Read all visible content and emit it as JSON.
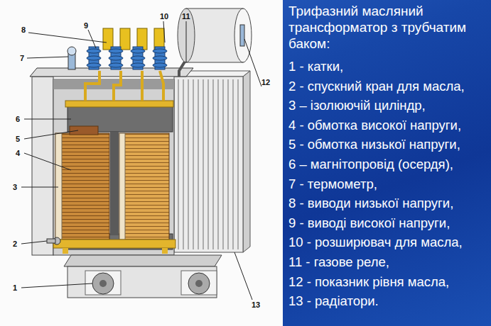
{
  "diagram": {
    "title": "Трифазний масляний трансформатор з трубчатим баком:",
    "labels": [
      "8",
      "9",
      "10",
      "11",
      "7",
      "6",
      "5",
      "4",
      "3",
      "12",
      "2",
      "1",
      "13",
      "1 - катки,",
      "2 - спускний кран для масла,",
      "3 – ізолюючій циліндр,",
      "4 - обмотка високої напруги,",
      "5 - обмотка низької напруги,",
      "6 – магнітопровід (осердя),",
      "7 - термометр,",
      "8 - виводи низької напруги,",
      "9 - виводі високої напруги,",
      "10 - розширювач для масла,",
      "11 - газове реле,",
      "12 - показник рівня масла,",
      "13 - радіатори."
    ]
  }
}
